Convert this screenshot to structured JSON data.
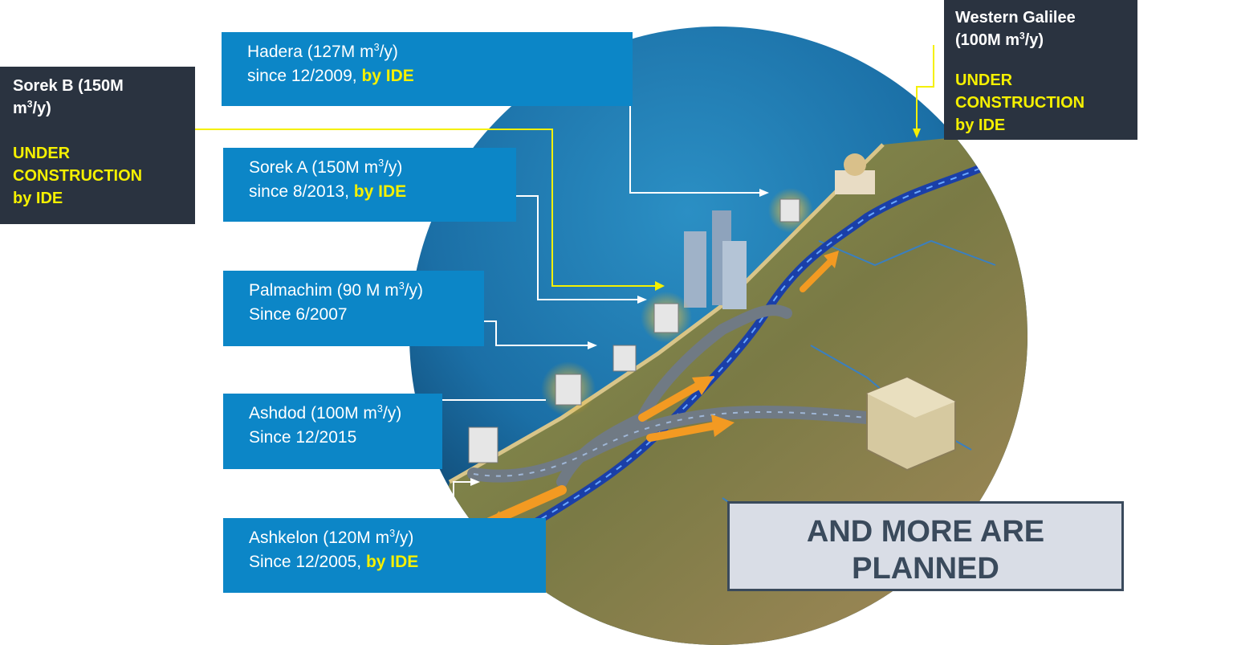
{
  "plants": [
    {
      "id": "hadera",
      "name": "Hadera (127M m",
      "unit": "3",
      "name_end": "/y)",
      "since": "since 12/2009, ",
      "by": "by IDE"
    },
    {
      "id": "sorek_a",
      "name": "Sorek A (150M m",
      "unit": "3",
      "name_end": "/y)",
      "since": "since 8/2013, ",
      "by": "by IDE"
    },
    {
      "id": "palmachim",
      "name": "Palmachim (90 M m",
      "unit": "3",
      "name_end": "/y)",
      "since": "Since 6/2007",
      "by": ""
    },
    {
      "id": "ashdod",
      "name": "Ashdod (100M m",
      "unit": "3",
      "name_end": "/y)",
      "since": "Since 12/2015",
      "by": ""
    },
    {
      "id": "ashkelon",
      "name": "Ashkelon (120M m",
      "unit": "3",
      "name_end": "/y)",
      "since": "Since 12/2005, ",
      "by": "by IDE"
    }
  ],
  "under_construction": [
    {
      "id": "sorek_b",
      "title_line1": "Sorek B (150M",
      "title_line2_pre": "m",
      "title_line2_sup": "3",
      "title_line2_post": "/y)",
      "status1": "UNDER",
      "status2": "CONSTRUCTION",
      "status3": "by IDE"
    },
    {
      "id": "western_galilee",
      "title_line1": "Western Galilee",
      "title_line2_pre": "(100M m",
      "title_line2_sup": "3",
      "title_line2_post": "/y)",
      "status1": "UNDER",
      "status2": "CONSTRUCTION",
      "status3": "by IDE"
    }
  ],
  "planned": {
    "line1": "AND MORE ARE",
    "line2": "PLANNED"
  },
  "colors": {
    "label_blue": "#0c86c7",
    "dark_box": "#2a3340",
    "highlight_yellow": "#f5f000",
    "planned_bg": "#d9dde6",
    "planned_text": "#3a4a5c",
    "sea": "#1b6fa6",
    "land": "#6b7a3e"
  },
  "icons": [
    "desalination-plant-icon",
    "pipeline-icon",
    "flow-arrow-icon",
    "reservoir-building-icon",
    "city-towers-icon"
  ]
}
